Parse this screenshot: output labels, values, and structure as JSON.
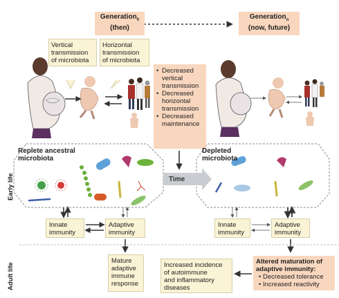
{
  "generation_then": {
    "word": "Generation",
    "sub": "0",
    "line2": "(then)"
  },
  "generation_now": {
    "word": "Generation",
    "sub": "n",
    "line2": "(now, future)"
  },
  "vertical_transmission": {
    "line1": "Vertical",
    "line2": "transmission",
    "line3": "of microbiota"
  },
  "horizontal_transmission": {
    "line1": "Horizontal",
    "line2": "transmission",
    "line3": "of microbiota"
  },
  "decreased_list": {
    "items": [
      {
        "l1": "Decreased",
        "l2": "vertical",
        "l3": "transmission"
      },
      {
        "l1": "Decreased",
        "l2": "horizontal",
        "l3": "transmission"
      },
      {
        "l1": "Decreased",
        "l2": "maintenance",
        "l3": ""
      }
    ]
  },
  "replete": {
    "line1": "Replete ancestral",
    "line2": "microbiota"
  },
  "depleted": {
    "line1": "Depleted",
    "line2": "microbiota"
  },
  "time_label": "Time",
  "innate_left": {
    "line1": "Innate",
    "line2": "immunity"
  },
  "adaptive_left": {
    "line1": "Adaptive",
    "line2": "immunity"
  },
  "innate_right": {
    "line1": "Innate",
    "line2": "immunity"
  },
  "adaptive_right": {
    "line1": "Adaptive",
    "line2": "immunity"
  },
  "early_life": "Early life",
  "adult_life": "Adult life",
  "mature": {
    "line1": "Mature",
    "line2": "adaptive",
    "line3": "immune",
    "line4": "response"
  },
  "increased": {
    "line1": "Increased incidence",
    "line2": "of autoimmune",
    "line3": "and inflammatory",
    "line4": "diseases"
  },
  "altered": {
    "title1": "Altered maturation of",
    "title2": "adaptive immunity:",
    "bullet1": "Decreased tolerance",
    "bullet2": "Increased reactivity"
  },
  "colors": {
    "peach": "#f9d7bf",
    "cream": "#fbf3d5",
    "arrow": "#333333",
    "time_arrow": "#c9ccd0"
  }
}
